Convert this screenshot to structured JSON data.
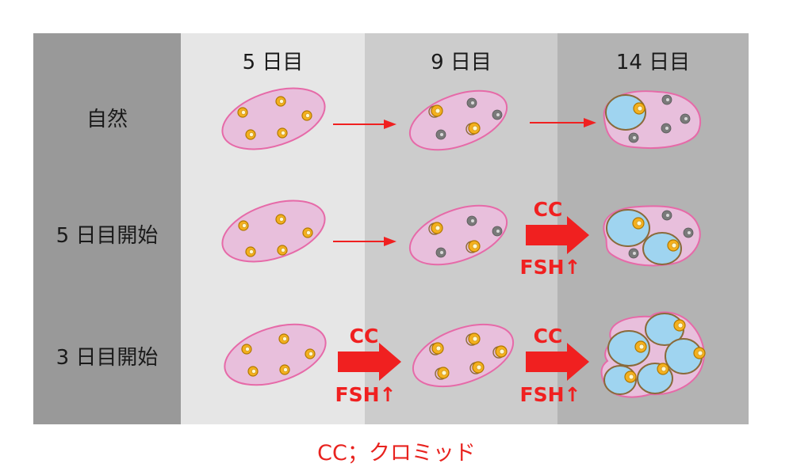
{
  "headers": {
    "day5": "5 日目",
    "day9": "9 日目",
    "day14": "14 日目"
  },
  "rows": [
    {
      "label": "自然"
    },
    {
      "label": "5 日目開始"
    },
    {
      "label": "3 日目開始"
    }
  ],
  "arrow_text": {
    "drug": "CC",
    "hormone": "FSH↑"
  },
  "caption": "CC；クロミッド",
  "colors": {
    "ovary_fill": "#e8bfdc",
    "ovary_stroke": "#e66aa8",
    "follicle_fill": "#f4b01e",
    "follicle_stroke": "#b07800",
    "atretic_fill": "#7a7a7a",
    "cyst_fill": "#9fd4f0",
    "cyst_stroke": "#8a6a3a",
    "arrow": "#f02020"
  },
  "icons": [
    "arrow-thin-icon",
    "arrow-thick-icon",
    "ovary-icon",
    "follicle-icon"
  ]
}
